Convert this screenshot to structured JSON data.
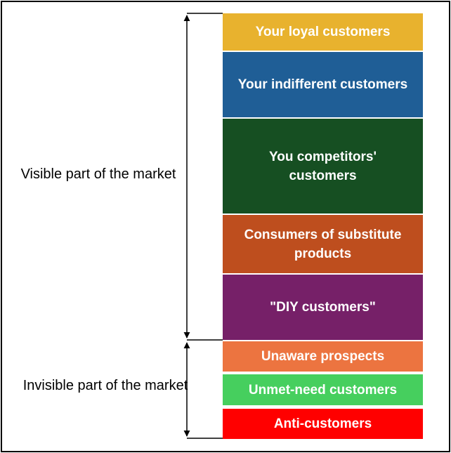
{
  "segments": {
    "loyal": {
      "label": "Your loyal customers",
      "color": "#E8B22E"
    },
    "indifferent": {
      "label": "Your indifferent customers",
      "color": "#1F5E96"
    },
    "competitors": {
      "label": "You competitors' customers",
      "color": "#164F22"
    },
    "substitute": {
      "label": "Consumers of substitute products",
      "color": "#BE4E1E"
    },
    "diy": {
      "label": "\"DIY customers\"",
      "color": "#762068"
    },
    "unaware": {
      "label": "Unaware prospects",
      "color": "#EC7440"
    },
    "unmet": {
      "label": "Unmet-need customers",
      "color": "#46CF5E"
    },
    "anti": {
      "label": "Anti-customers",
      "color": "#FF0000"
    }
  },
  "groups": {
    "visible": {
      "label": "Visible part of the market"
    },
    "invisible": {
      "label": "Invisible part of the market"
    }
  }
}
